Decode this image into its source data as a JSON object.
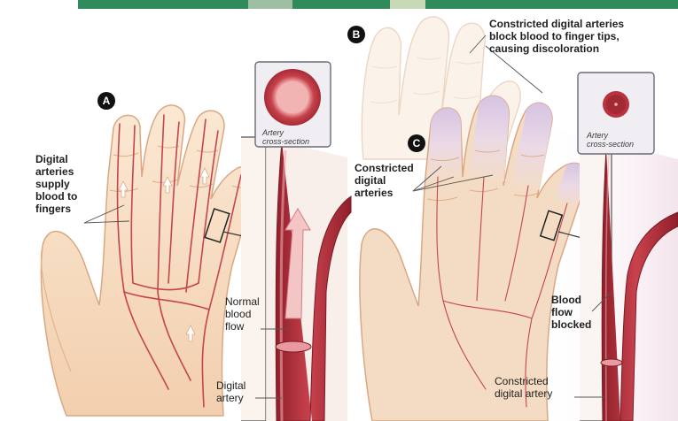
{
  "panels": {
    "a": {
      "badge": "A",
      "supply_label": [
        "Digital",
        "arteries",
        "supply",
        "blood to",
        "fingers"
      ],
      "flow_label": [
        "Normal",
        "blood",
        "flow"
      ],
      "artery_label": [
        "Digital",
        "artery"
      ],
      "cross_section_caption": [
        "Artery",
        "cross-section"
      ]
    },
    "b": {
      "badge": "B",
      "tips_label": [
        "Constricted digital arteries",
        "block blood to finger tips,",
        "causing discoloration"
      ]
    },
    "c": {
      "badge": "C",
      "constricted_label": [
        "Constricted",
        "digital",
        "arteries"
      ],
      "blocked_label": [
        "Blood",
        "flow",
        "blocked"
      ],
      "artery_label": [
        "Constricted",
        "digital artery"
      ],
      "cross_section_caption": [
        "Artery",
        "cross-section"
      ]
    }
  },
  "colors": {
    "skin": "#f6dcc0",
    "skin_outline": "#d9a882",
    "artery": "#b9323d",
    "artery_light": "#e8a4a8",
    "constricted_tint": "#d9c6e6",
    "background_texture": "#2f8a5c"
  },
  "icons": [
    "flow-arrow-icon",
    "pointer-arrow-icon"
  ]
}
